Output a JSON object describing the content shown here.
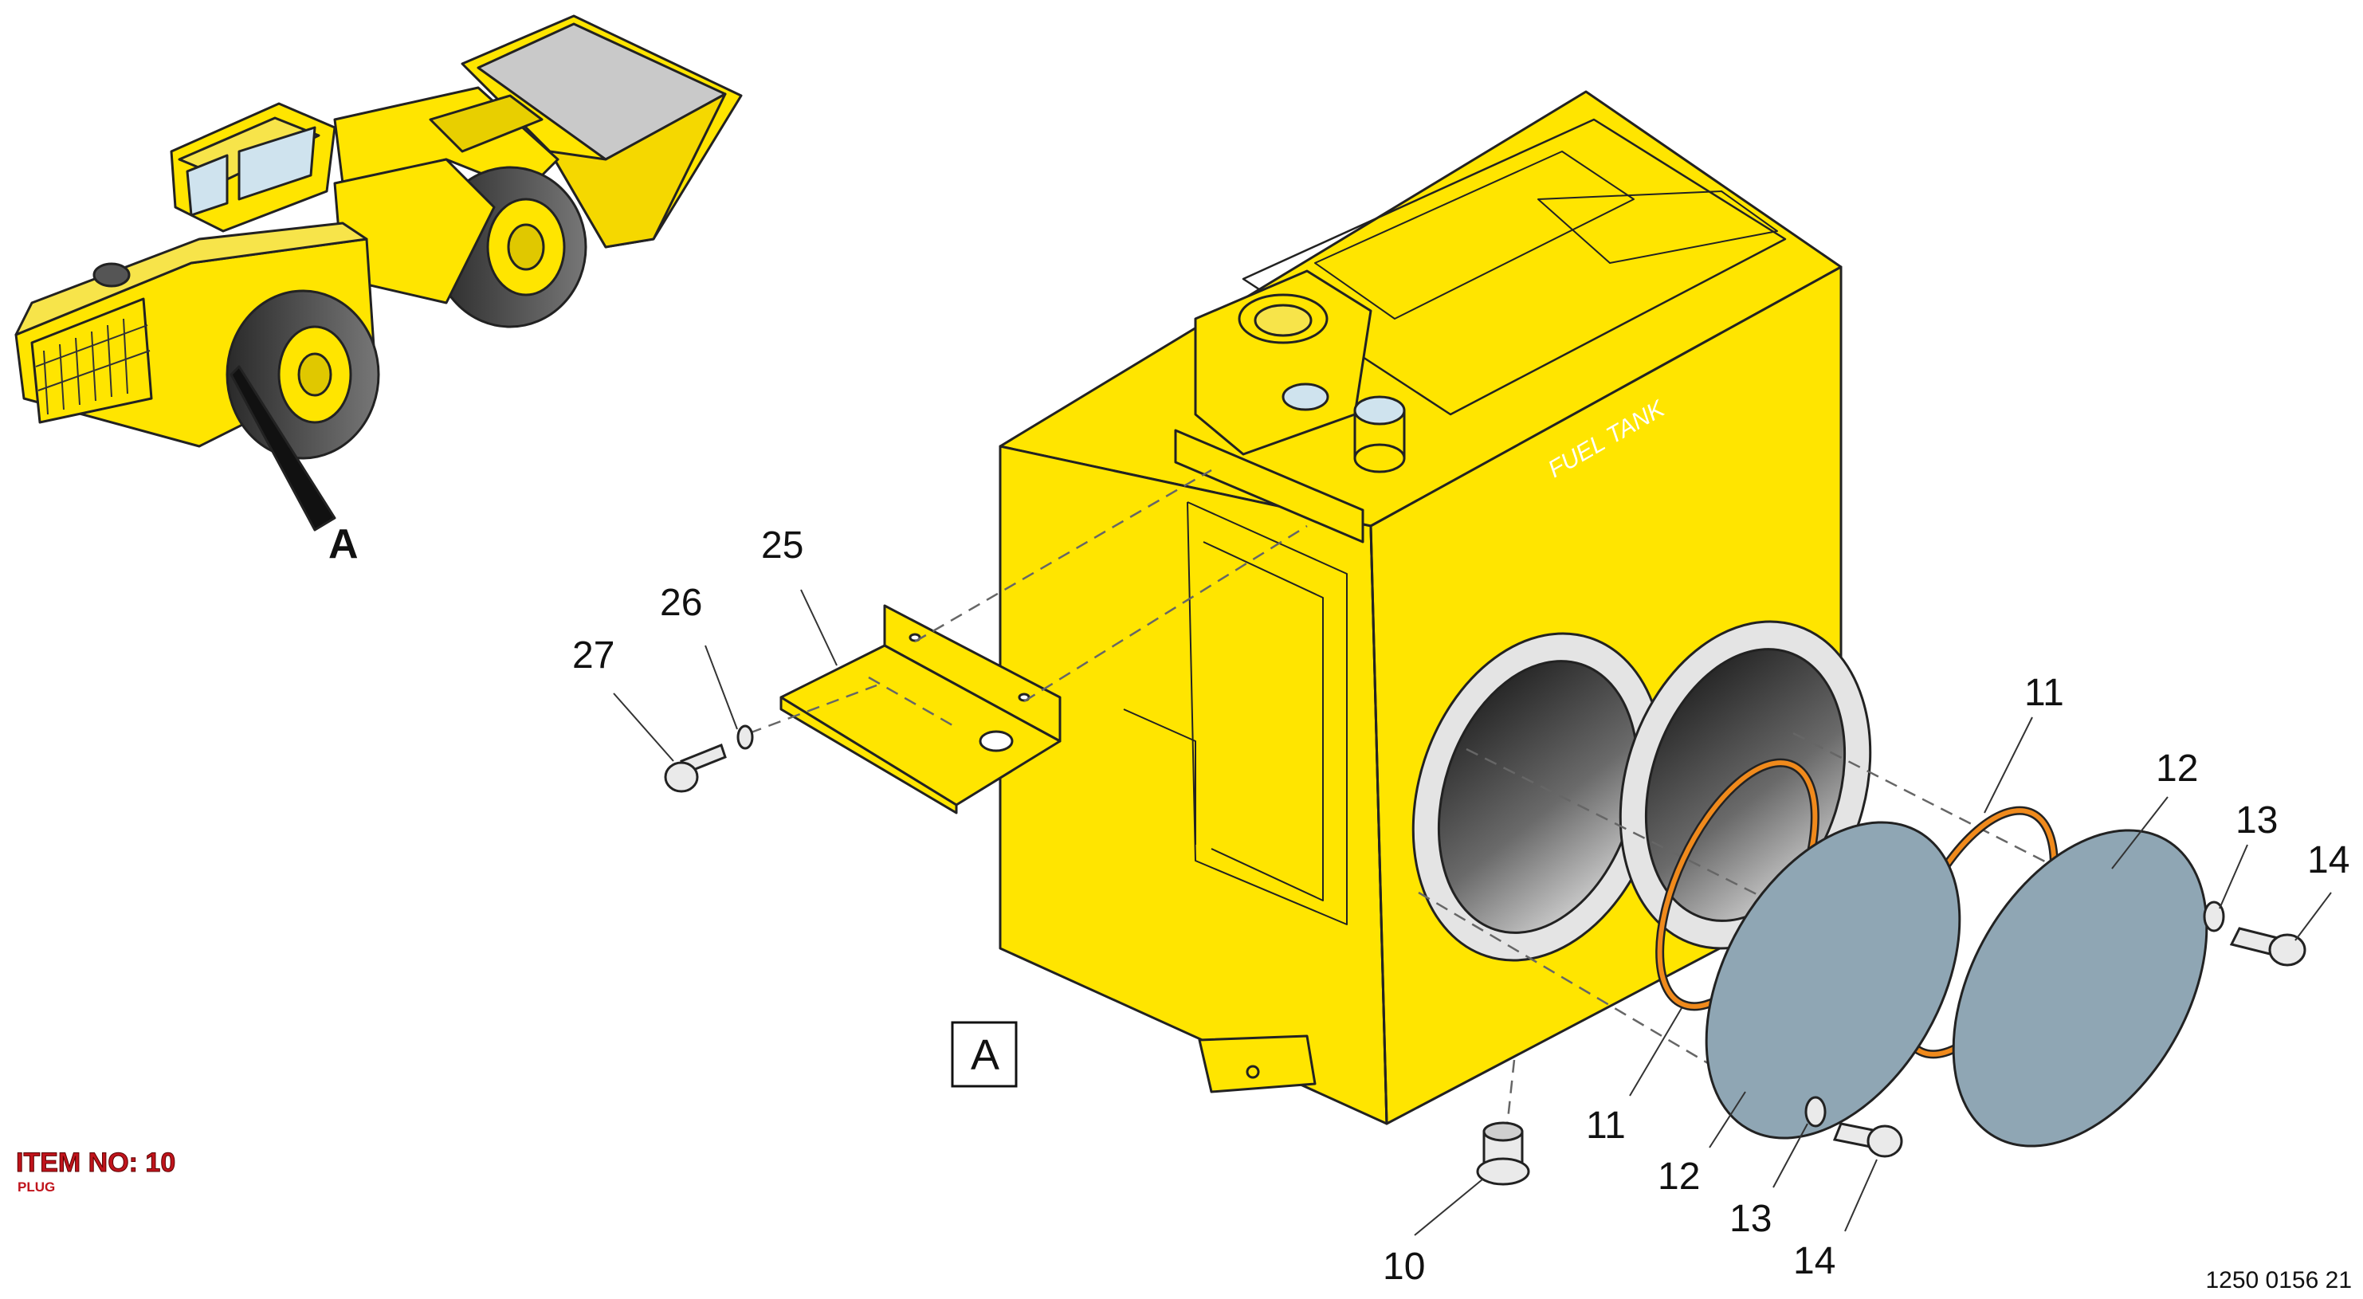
{
  "inset_label": "A",
  "view_label": "A",
  "tank_text": "FUEL TANK",
  "callouts": {
    "c25": "25",
    "c26": "26",
    "c27": "27",
    "c11a": "11",
    "c11b": "11",
    "c12a": "12",
    "c12b": "12",
    "c13a": "13",
    "c13b": "13",
    "c14a": "14",
    "c14b": "14",
    "c10": "10"
  },
  "item": {
    "title": "ITEM NO: 10",
    "subtitle": "PLUG"
  },
  "drawing_number": "1250 0156 21",
  "colors": {
    "tank_yellow": "#ffe500",
    "cover_blue": "#8fa6b4",
    "oring_orange": "#f08a1c",
    "highlight_red": "#c0141c"
  }
}
